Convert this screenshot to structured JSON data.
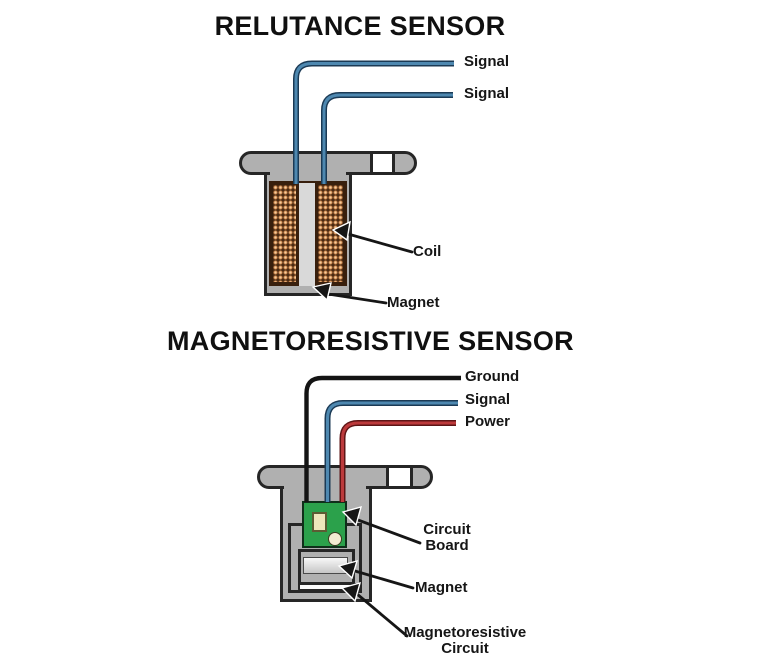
{
  "reluctance": {
    "title": "RELUTANCE SENSOR",
    "wire_labels": {
      "signal_top": "Signal",
      "signal_bottom": "Signal"
    },
    "part_labels": {
      "coil": "Coil",
      "magnet": "Magnet"
    }
  },
  "magnetoresistive": {
    "title": "MAGNETORESISTIVE SENSOR",
    "wire_labels": {
      "ground": "Ground",
      "signal": "Signal",
      "power": "Power"
    },
    "part_labels": {
      "circuit_board_line1": "Circuit",
      "circuit_board_line2": "Board",
      "magnet": "Magnet",
      "mr_circuit_line1": "Magnetoresistive",
      "mr_circuit_line2": "Circuit"
    }
  },
  "colors": {
    "body_gray": "#b0b0b0",
    "outline": "#262626",
    "wire_blue_core": "#4e88b0",
    "wire_blue_edge": "#1b3a55",
    "wire_red_core": "#bc3a3c",
    "wire_red_edge": "#5e1516",
    "wire_black": "#141414",
    "coil_copper": "#cf8a52",
    "coil_copper_light": "#f3cd9d",
    "coil_background": "#381f0d",
    "pole_gray": "#d9d9d9",
    "board_green": "#2ba14b",
    "component_beige": "#eee6bb",
    "magnet_light": "#f8f8f8",
    "arrow_black": "#161616"
  }
}
